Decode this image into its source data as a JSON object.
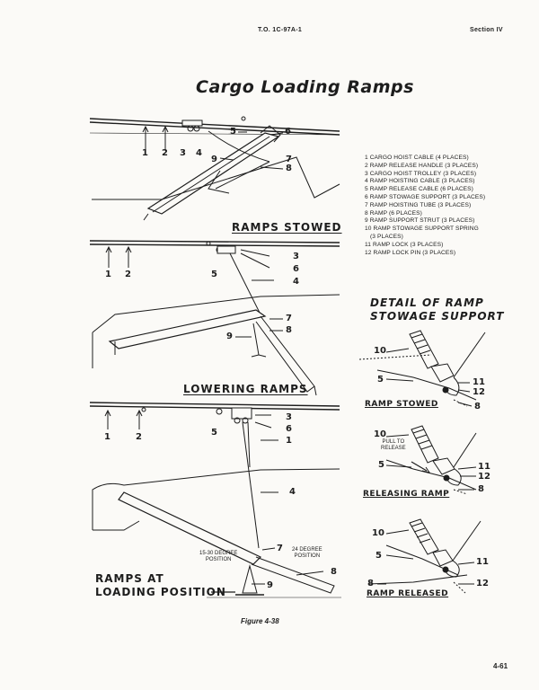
{
  "header": {
    "to_number": "T.O. 1C-97A-1",
    "section": "Section IV"
  },
  "title": "Cargo Loading Ramps",
  "legend": [
    "1  CARGO HOIST CABLE (4 PLACES)",
    "2  RAMP RELEASE HANDLE (3 PLACES)",
    "3  CARGO HOIST TROLLEY (3 PLACES)",
    "4  RAMP HOISTING CABLE (3 PLACES)",
    "5  RAMP RELEASE CABLE (6 PLACES)",
    "6  RAMP STOWAGE SUPPORT (3 PLACES)",
    "7  RAMP HOISTING TUBE (3 PLACES)",
    "8  RAMP (6 PLACES)",
    "9  RAMP SUPPORT STRUT (3 PLACES)",
    "10  RAMP STOWAGE SUPPORT SPRING",
    "(3 PLACES)",
    "11  RAMP LOCK (3 PLACES)",
    "12  RAMP LOCK PIN (3 PLACES)"
  ],
  "captions": {
    "stowed": "RAMPS STOWED",
    "lowering": "LOWERING RAMPS",
    "loading_line1": "RAMPS AT",
    "loading_line2": "LOADING POSITION",
    "detail_line1": "DETAIL OF  RAMP",
    "detail_line2": "STOWAGE SUPPORT",
    "detail_stowed": "RAMP STOWED",
    "detail_releasing": "RELEASING RAMP",
    "detail_released": "RAMP RELEASED"
  },
  "annotations": {
    "pull_to_release_1": "PULL TO",
    "pull_to_release_2": "RELEASE",
    "pos_15_30_1": "15-30 DEGREE",
    "pos_15_30_2": "POSITION",
    "pos_24_1": "24 DEGREE",
    "pos_24_2": "POSITION"
  },
  "callouts": {
    "s1": [
      "1",
      "2",
      "3",
      "4",
      "5",
      "6",
      "7",
      "8",
      "9"
    ],
    "s2": [
      "1",
      "2",
      "5",
      "3",
      "6",
      "4",
      "7",
      "8",
      "9"
    ],
    "s3": [
      "1",
      "2",
      "5",
      "3",
      "6",
      "1",
      "4",
      "7",
      "8",
      "9"
    ],
    "d1": [
      "10",
      "5",
      "11",
      "12",
      "8"
    ],
    "d2": [
      "10",
      "5",
      "11",
      "12",
      "8"
    ],
    "d3": [
      "10",
      "5",
      "11",
      "8",
      "12"
    ]
  },
  "figure": "Figure 4-38",
  "page_number": "4-61"
}
